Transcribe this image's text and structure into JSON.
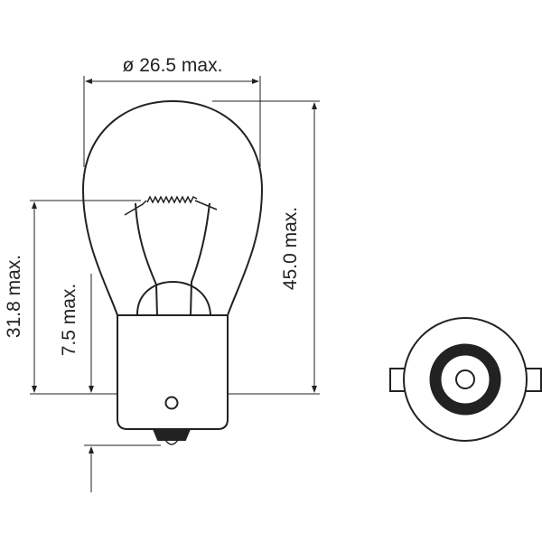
{
  "dimensions": {
    "diameter": "ø 26.5 max.",
    "overall_length": "45.0 max.",
    "light_center": "31.8 max.",
    "contact": "7.5 max."
  },
  "colors": {
    "line": "#222222",
    "background": "#ffffff"
  }
}
